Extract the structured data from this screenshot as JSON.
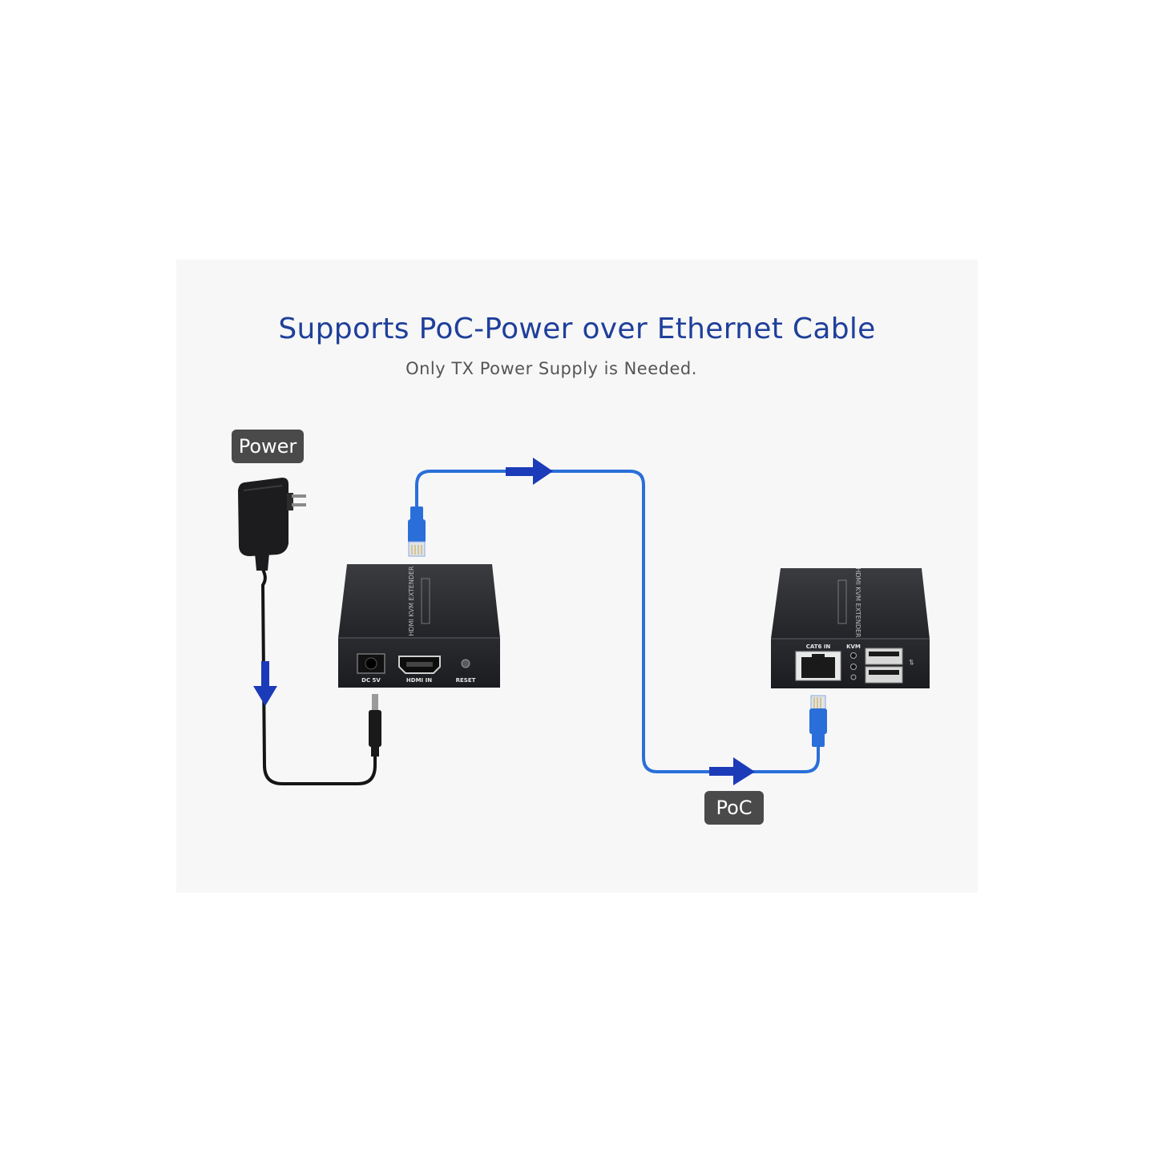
{
  "header": {
    "title": "Supports PoC-Power over Ethernet Cable",
    "subtitle": "Only TX Power Supply is Needed."
  },
  "labels": {
    "power": "Power",
    "poc": "PoC"
  },
  "transmitter": {
    "ports": [
      "DC 5V",
      "HDMI IN",
      "RESET"
    ],
    "model": "HDMI KVM EXTENDER"
  },
  "receiver": {
    "ports": [
      "CAT6 IN",
      "KVM"
    ],
    "model": "HDMI KVM EXTENDER"
  },
  "colors": {
    "cable_blue": "#2a6fd9",
    "arrow_blue": "#1b3bb8",
    "device_dark": "#2b2d31",
    "tag_bg": "#4a4a4a",
    "title_blue": "#1f3f9a"
  }
}
